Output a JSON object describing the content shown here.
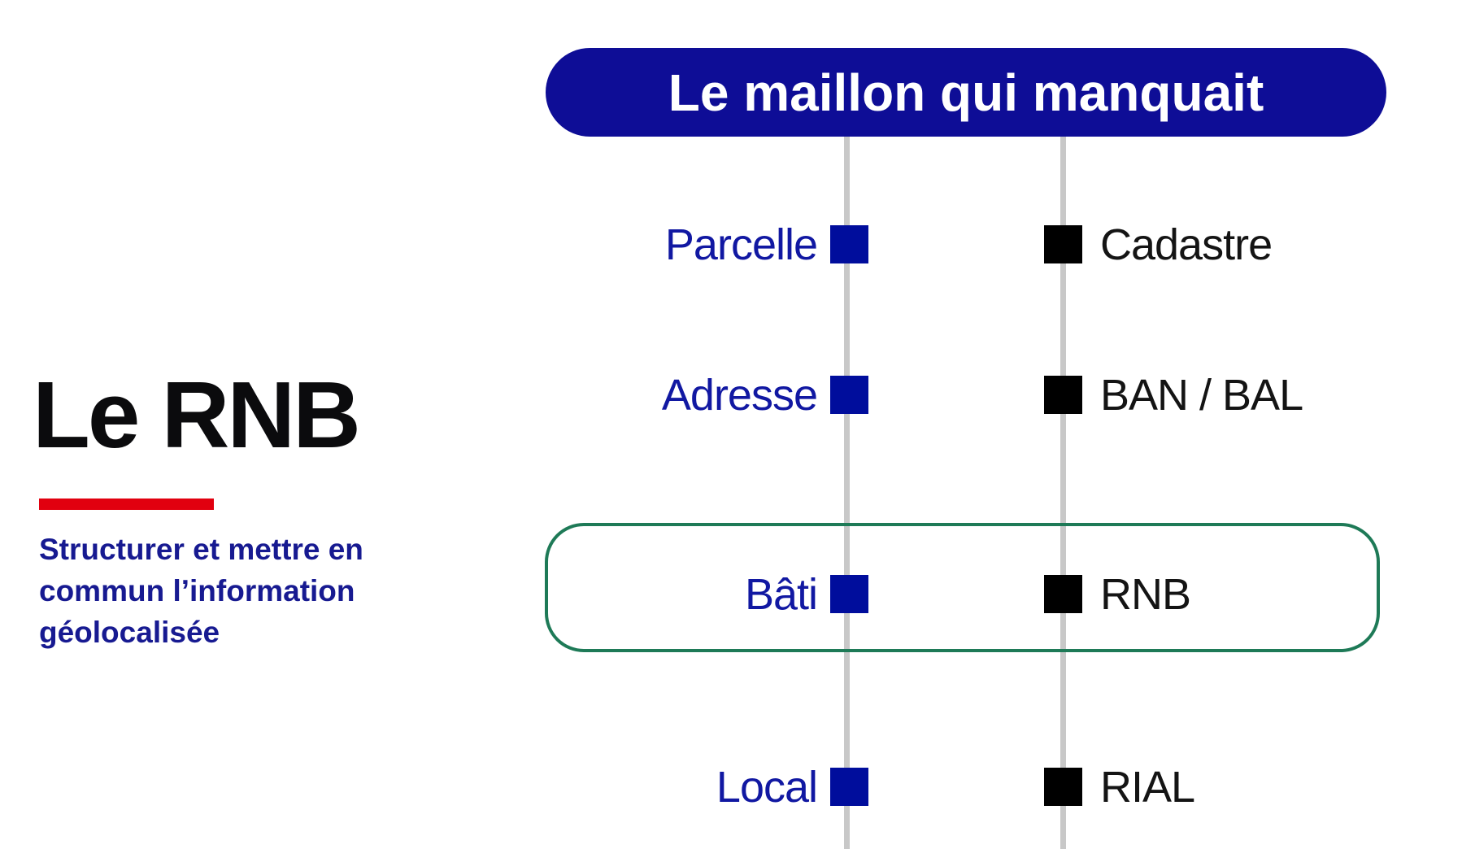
{
  "left_panel": {
    "title": "Le RNB",
    "subtitle": "Structurer et mettre en commun l’information géolocalisée",
    "accent_color": "#e1000f",
    "subtitle_color": "#171a91"
  },
  "diagram": {
    "header": {
      "label": "Le maillon qui manquait",
      "background_color": "#0e0d96",
      "text_color": "#ffffff"
    },
    "axis_line_color": "#c8c8c8",
    "concept_square_color": "#000d9c",
    "register_square_color": "#000000",
    "highlight_border_color": "#1e7a57",
    "rows": [
      {
        "left": "Parcelle",
        "right": "Cadastre",
        "highlighted": false
      },
      {
        "left": "Adresse",
        "right": "BAN / BAL",
        "highlighted": false
      },
      {
        "left": "Bâti",
        "right": "RNB",
        "highlighted": true
      },
      {
        "left": "Local",
        "right": "RIAL",
        "highlighted": false
      }
    ]
  }
}
